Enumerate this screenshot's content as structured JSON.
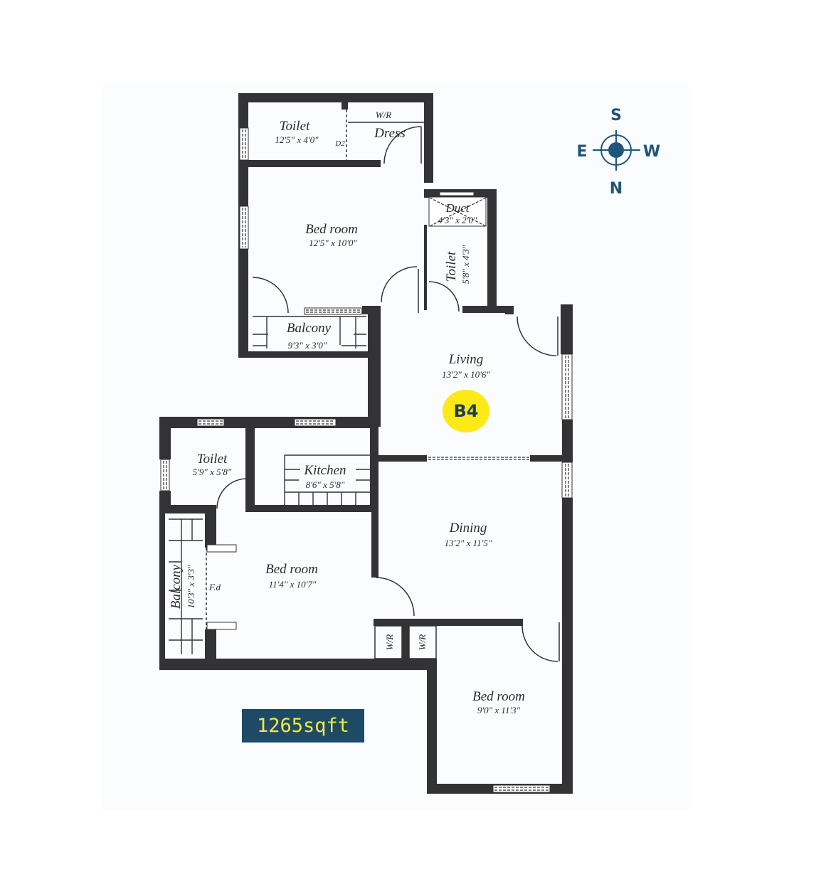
{
  "plan": {
    "unit_badge": "B4",
    "area_label": "1265sqft",
    "colors": {
      "wall": "#333335",
      "badge": "#fbe918",
      "badge_text": "#1e3f55",
      "area_bg": "#1e4a66",
      "area_text": "#f4e842",
      "compass": "#1f5579"
    }
  },
  "compass": {
    "top": "S",
    "left": "E",
    "right": "W",
    "bottom": "N"
  },
  "rooms": [
    {
      "name": "Toilet",
      "dim": "12'5\" x 4'0\""
    },
    {
      "name": "Dress",
      "dim": ""
    },
    {
      "name": "Bed room",
      "dim": "12'5\" x 10'0\""
    },
    {
      "name": "Duct",
      "dim": "4'3\" x 2'0\""
    },
    {
      "name": "Toilet",
      "dim": "5'8\" x 4'3\""
    },
    {
      "name": "Balcony",
      "dim": "9'3\" x 3'0\""
    },
    {
      "name": "Living",
      "dim": "13'2\" x 10'6\""
    },
    {
      "name": "Toilet",
      "dim": "5'9\" x 5'8\""
    },
    {
      "name": "Kitchen",
      "dim": "8'6\" x 5'8\""
    },
    {
      "name": "Dining",
      "dim": "13'2\" x 11'5\""
    },
    {
      "name": "Bed room",
      "dim": "11'4\" x 10'7\""
    },
    {
      "name": "Balcony",
      "dim": "10'3\" x 3'3\""
    },
    {
      "name": "Bed room",
      "dim": "9'0\" x 11'3\""
    }
  ],
  "labels": {
    "wr": "W/R",
    "d2": "D2",
    "fd": "F.d"
  }
}
